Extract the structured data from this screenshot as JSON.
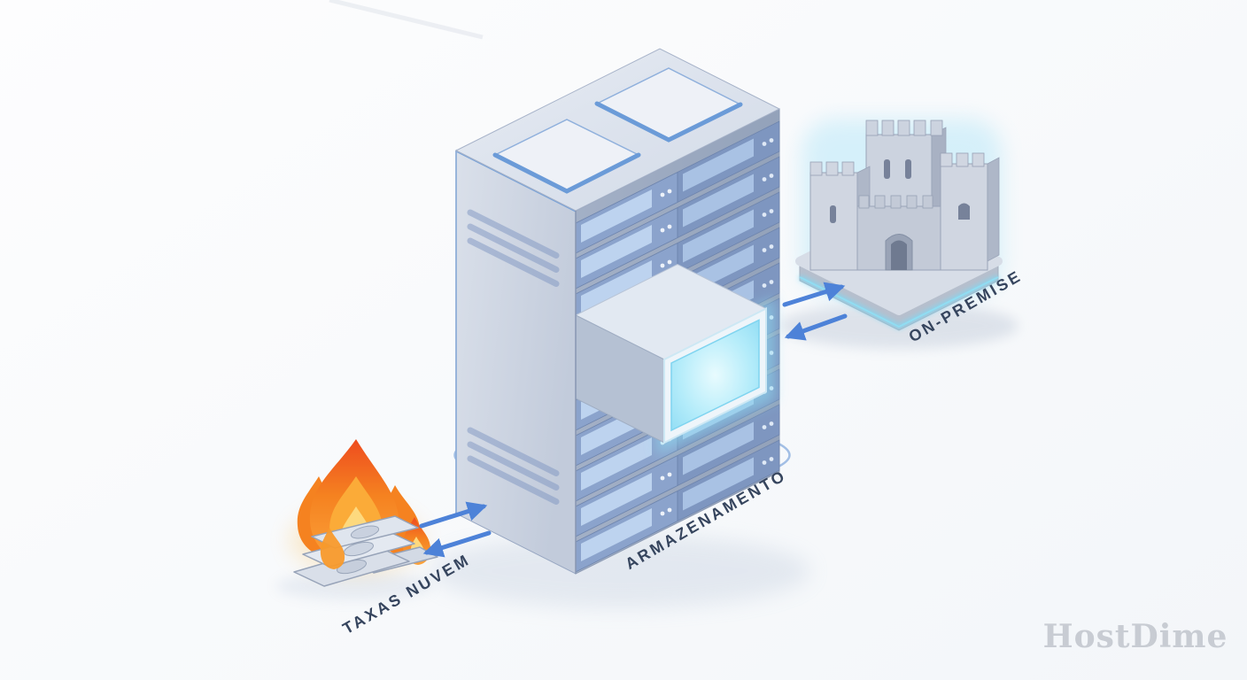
{
  "illustration": {
    "watermark": "HostDime",
    "labels": {
      "cloud_fees": "TAXAS NUVEM",
      "storage": "ARMAZENAMENTO",
      "on_premise": "ON-PREMISE"
    },
    "icons": [
      "burning-money-icon",
      "fire-icon",
      "server-rack-icon",
      "storage-drive-icon",
      "castle-icon",
      "transfer-arrows-icon"
    ],
    "colors": {
      "accent_blue": "#4d82d8",
      "server_blue": "#9fb6dd",
      "glow_cyan": "#9fe0f6",
      "castle_gray": "#ccd3df",
      "fire_orange": "#f58220",
      "label_text": "#36455e",
      "watermark_gray": "#c8ccd3"
    }
  }
}
